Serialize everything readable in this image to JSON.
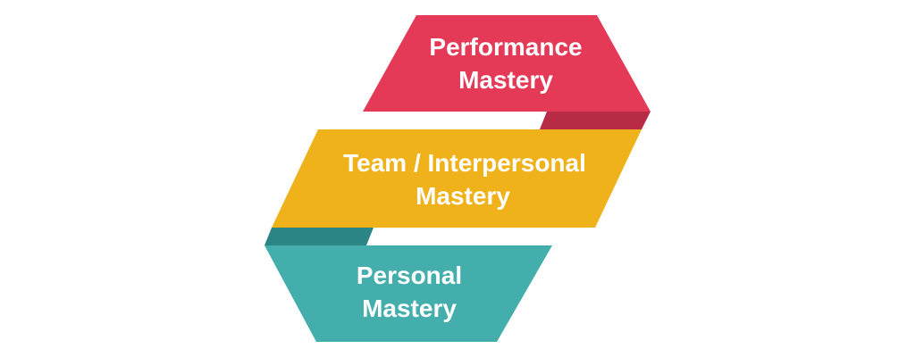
{
  "diagram": {
    "tiers": [
      {
        "id": "performance",
        "lines": [
          "Performance",
          "Mastery"
        ],
        "color": "#E53A57",
        "fold_color": "#B82B45"
      },
      {
        "id": "team",
        "lines": [
          "Team / Interpersonal",
          "Mastery"
        ],
        "color": "#F0B21A",
        "fold_color": null
      },
      {
        "id": "personal",
        "lines": [
          "Personal",
          "Mastery"
        ],
        "color": "#44AEAD",
        "fold_color": "#2A8584"
      }
    ]
  }
}
